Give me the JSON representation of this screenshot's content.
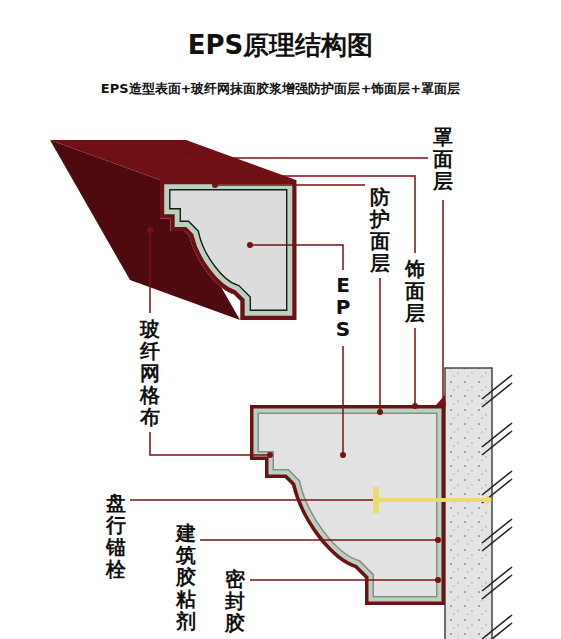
{
  "diagram": {
    "title": "EPS原理结构图",
    "caption": "EPS造型表面+玻纤网抹面胶浆增强防护面层+饰面层+罩面层",
    "labels": [
      "罩面层",
      "防护面层",
      "饰面层",
      "EPS",
      "玻纤网格布",
      "盘行锚栓",
      "建筑胶粘剂",
      "密封胶"
    ]
  }
}
